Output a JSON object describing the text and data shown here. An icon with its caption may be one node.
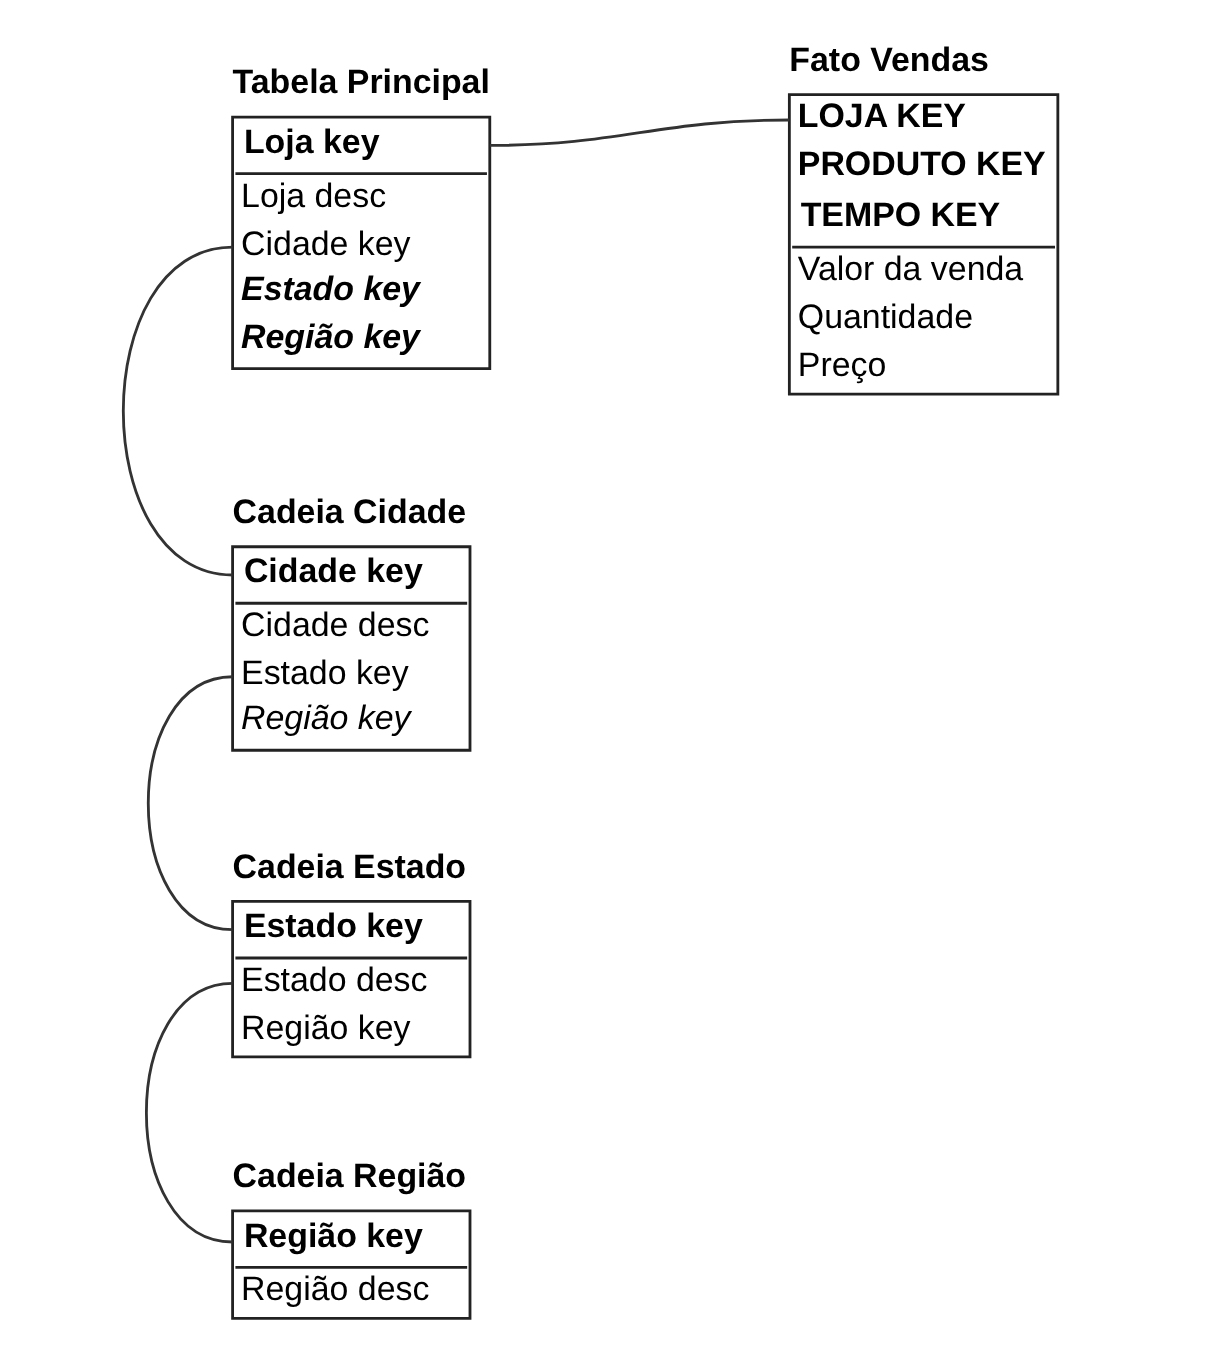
{
  "diagram": {
    "nodes": [
      {
        "text": [
          "Tabela Principal",
          "Loja key",
          "Loja desc",
          "Cidade key",
          "Estado key",
          "Região key"
        ]
      },
      {
        "text": [
          "Fato Vendas",
          "LOJA KEY",
          "PRODUTO KEY",
          "TEMPO KEY",
          "Valor da venda",
          "Quantidade",
          "Preço"
        ]
      },
      {
        "text": [
          "Cadeia Cidade",
          "Cidade key",
          "Cidade desc",
          "Estado key",
          "Região key"
        ]
      },
      {
        "text": [
          "Cadeia Estado",
          "Estado key",
          "Estado desc",
          "Região key"
        ]
      },
      {
        "text": [
          "Cadeia Região",
          "Região key",
          "Região desc"
        ]
      }
    ],
    "edges": [
      {
        "from": 0,
        "to": 1,
        "arrow": "none"
      },
      {
        "from": 0,
        "to": 2,
        "arrow": "none"
      },
      {
        "from": 2,
        "to": 3,
        "arrow": "none"
      },
      {
        "from": 3,
        "to": 4,
        "arrow": "none"
      }
    ]
  }
}
